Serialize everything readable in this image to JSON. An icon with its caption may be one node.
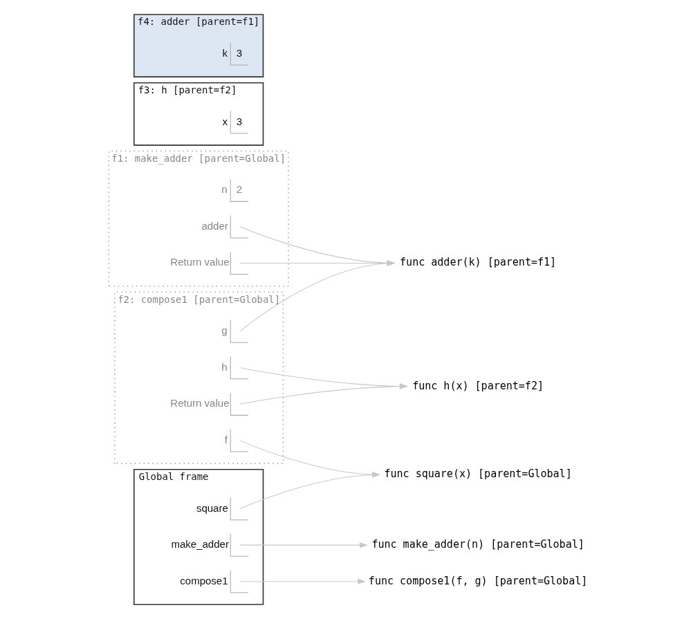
{
  "diagram": {
    "nodes": [
      {
        "text": [
          "Global frame"
        ]
      },
      {
        "text": [
          "square"
        ],
        "in": 0
      },
      {
        "text": [
          "make_adder"
        ],
        "in": 0
      },
      {
        "text": [
          "compose1"
        ],
        "in": 0
      },
      {
        "text": [
          "f1: make_adder [parent=Global]"
        ]
      },
      {
        "text": [
          "n",
          "2"
        ],
        "in": 4
      },
      {
        "text": [
          "adder"
        ],
        "in": 4
      },
      {
        "text": [
          "Return value"
        ],
        "in": 4
      },
      {
        "text": [
          "f2: compose1 [parent=Global]"
        ]
      },
      {
        "text": [
          "f"
        ],
        "in": 8
      },
      {
        "text": [
          "g"
        ],
        "in": 8
      },
      {
        "text": [
          "h"
        ],
        "in": 8
      },
      {
        "text": [
          "Return value"
        ],
        "in": 8
      },
      {
        "text": [
          "f3: h [parent=f2]"
        ]
      },
      {
        "text": [
          "x",
          "3"
        ],
        "in": 13
      },
      {
        "text": [
          "f4: adder [parent=f1]"
        ]
      },
      {
        "text": [
          "k",
          "3"
        ],
        "in": 15
      },
      {
        "text": [
          "func square(x) [parent=Global]"
        ]
      },
      {
        "text": [
          "func make_adder(n) [parent=Global]"
        ]
      },
      {
        "text": [
          "func compose1(f, g) [parent=Global]"
        ]
      },
      {
        "text": [
          "func adder(k) [parent=f1]"
        ]
      },
      {
        "text": [
          "func h(x) [parent=f2]"
        ]
      }
    ],
    "edges": [
      {
        "from": 1,
        "to": 17,
        "arrow": "to"
      },
      {
        "from": 2,
        "to": 18,
        "arrow": "to"
      },
      {
        "from": 3,
        "to": 19,
        "arrow": "to"
      },
      {
        "from": 6,
        "to": 20,
        "arrow": "to"
      },
      {
        "from": 7,
        "to": 20,
        "arrow": "to"
      },
      {
        "from": 9,
        "to": 17,
        "arrow": "to"
      },
      {
        "from": 10,
        "to": 20,
        "arrow": "to"
      },
      {
        "from": 11,
        "to": 21,
        "arrow": "to"
      },
      {
        "from": 12,
        "to": 21,
        "arrow": "to"
      }
    ]
  }
}
